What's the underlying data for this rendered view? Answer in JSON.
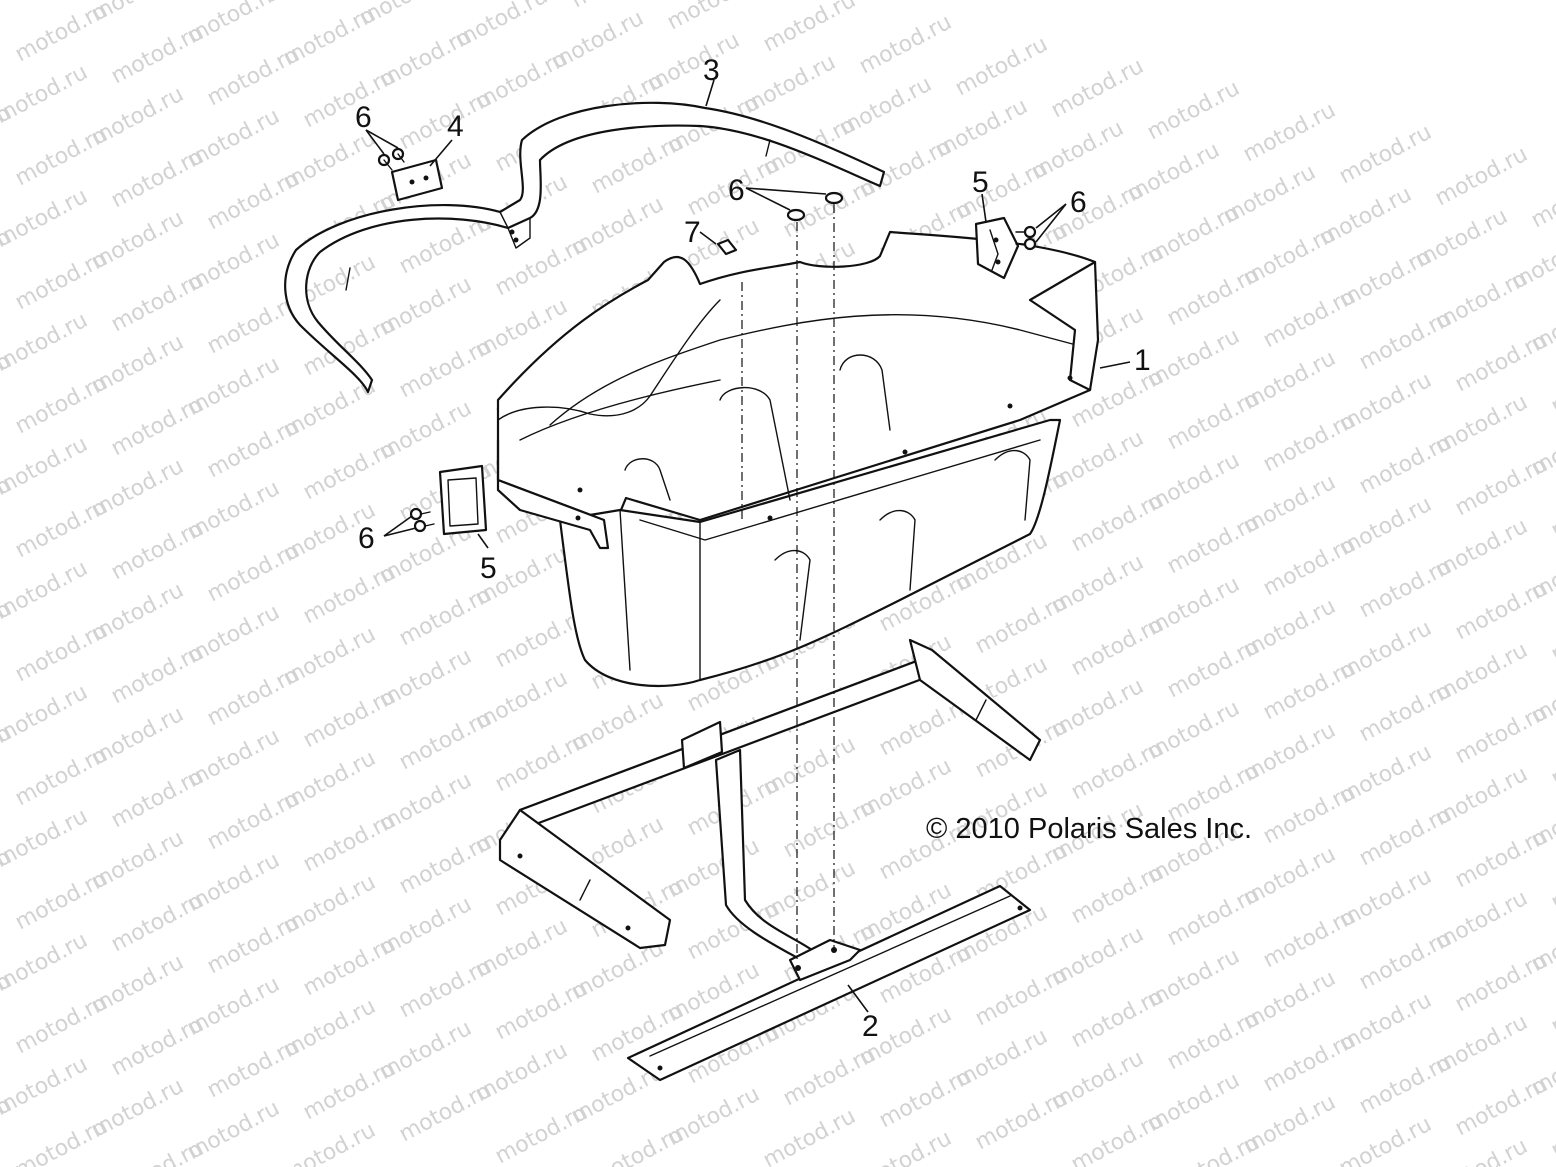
{
  "watermark": {
    "text": "motod.ru",
    "color": "#d2d2d2"
  },
  "copyright": "© 2010 Polaris Sales Inc.",
  "callouts": {
    "rack": "1",
    "base": "2",
    "strap": "3",
    "clip": "4",
    "plate_left": "5",
    "plate_right": "5",
    "fastener_top_left": "6",
    "fastener_top_center": "6",
    "fastener_right": "6",
    "fastener_left": "6",
    "screw": "7"
  },
  "colors": {
    "line": "#111111",
    "background": "#ffffff"
  }
}
